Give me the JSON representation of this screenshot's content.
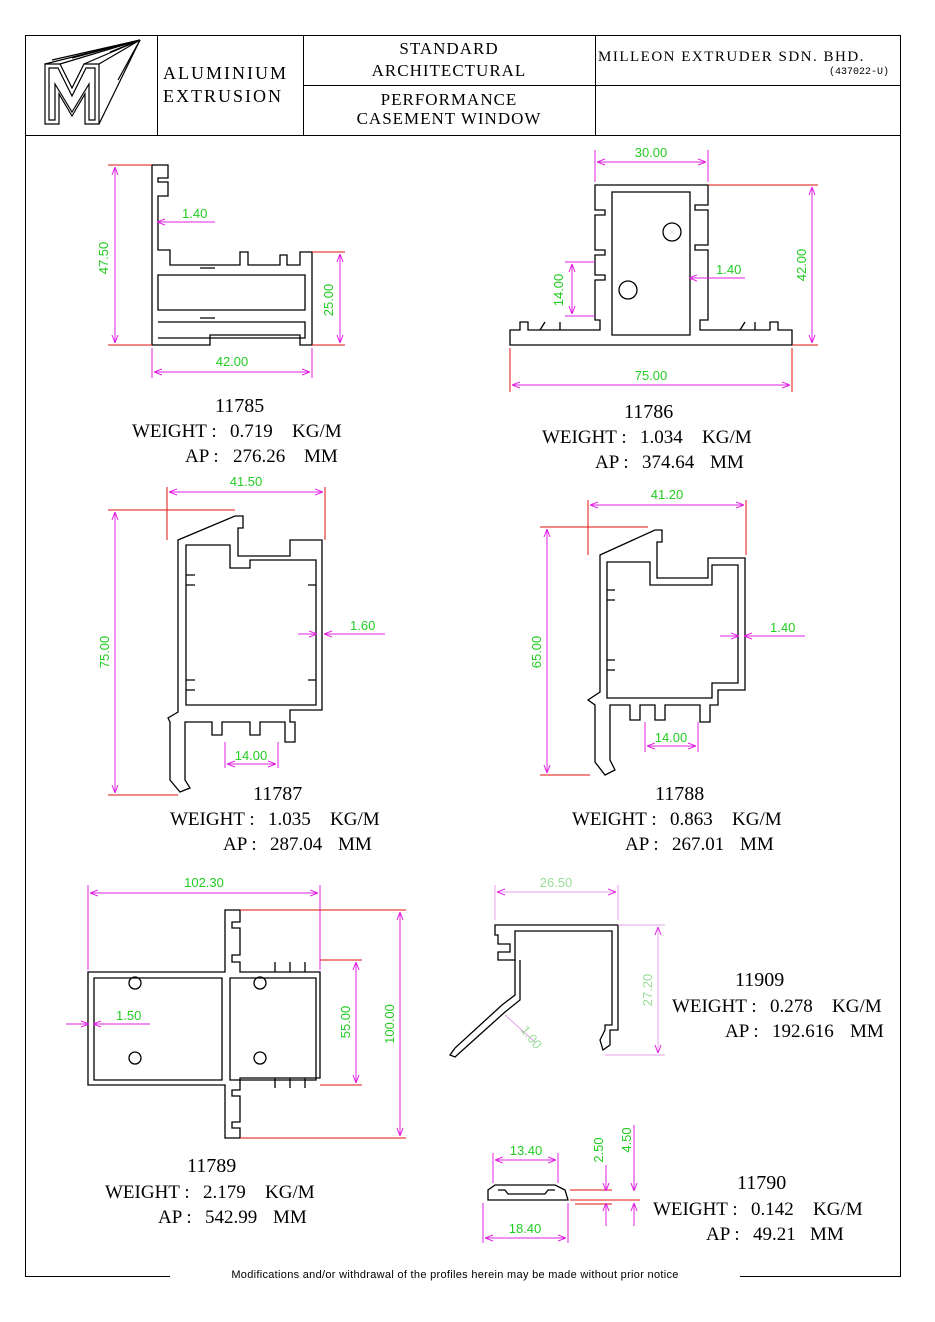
{
  "header": {
    "logo_letter": "M",
    "product": [
      "ALUMINIUM",
      "EXTRUSION"
    ],
    "category": [
      "STANDARD",
      "ARCHITECTURAL"
    ],
    "series": [
      "PERFORMANCE",
      "CASEMENT WINDOW"
    ],
    "company": "MILLEON EXTRUDER SDN. BHD.",
    "company_reg": "(437022-U)"
  },
  "profiles": [
    {
      "code": "11785",
      "weight_label": "WEIGHT :",
      "weight": "0.719",
      "weight_unit": "KG/M",
      "ap_label": "AP :",
      "ap": "276.26",
      "ap_unit": "MM",
      "dims": [
        "47.50",
        "1.40",
        "25.00",
        "42.00"
      ]
    },
    {
      "code": "11786",
      "weight_label": "WEIGHT :",
      "weight": "1.034",
      "weight_unit": "KG/M",
      "ap_label": "AP :",
      "ap": "374.64",
      "ap_unit": "MM",
      "dims": [
        "30.00",
        "14.00",
        "1.40",
        "42.00",
        "75.00"
      ]
    },
    {
      "code": "11787",
      "weight_label": "WEIGHT :",
      "weight": "1.035",
      "weight_unit": "KG/M",
      "ap_label": "AP :",
      "ap": "287.04",
      "ap_unit": "MM",
      "dims": [
        "41.50",
        "75.00",
        "1.60",
        "14.00"
      ]
    },
    {
      "code": "11788",
      "weight_label": "WEIGHT :",
      "weight": "0.863",
      "weight_unit": "KG/M",
      "ap_label": "AP :",
      "ap": "267.01",
      "ap_unit": "MM",
      "dims": [
        "41.20",
        "65.00",
        "1.40",
        "14.00"
      ]
    },
    {
      "code": "11789",
      "weight_label": "WEIGHT :",
      "weight": "2.179",
      "weight_unit": "KG/M",
      "ap_label": "AP :",
      "ap": "542.99",
      "ap_unit": "MM",
      "dims": [
        "102.30",
        "1.50",
        "55.00",
        "100.00"
      ]
    },
    {
      "code": "11909",
      "weight_label": "WEIGHT :",
      "weight": "0.278",
      "weight_unit": "KG/M",
      "ap_label": "AP :",
      "ap": "192.616",
      "ap_unit": "MM",
      "dims": [
        "26.50",
        "27.20",
        "1.00"
      ]
    },
    {
      "code": "11790",
      "weight_label": "WEIGHT :",
      "weight": "0.142",
      "weight_unit": "KG/M",
      "ap_label": "AP :",
      "ap": "49.21",
      "ap_unit": "MM",
      "dims": [
        "13.40",
        "2.50",
        "4.50",
        "18.40"
      ]
    }
  ],
  "footer": "Modifications and/or withdrawal of the profiles herein may be made without prior notice",
  "colors": {
    "dimension_line": "#e020e0",
    "extension_line": "#e01010",
    "dimension_text": "#22cc22",
    "profile_outline": "#000000"
  }
}
